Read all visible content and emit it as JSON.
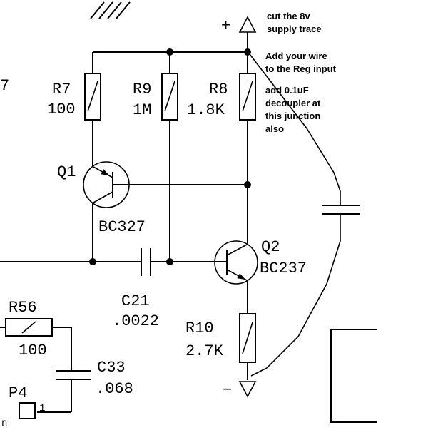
{
  "notes": {
    "note1": [
      "cut the 8v",
      "supply trace"
    ],
    "note2": [
      "Add your wire",
      "to the Reg input"
    ],
    "note3": [
      "add 0.1uF",
      "decoupler at",
      "this junction",
      "also"
    ]
  },
  "components": {
    "r7": {
      "ref": "R7",
      "value": "100"
    },
    "r9": {
      "ref": "R9",
      "value": "1M"
    },
    "r8": {
      "ref": "R8",
      "value": "1.8K"
    },
    "r10": {
      "ref": "R10",
      "value": "2.7K"
    },
    "r56": {
      "ref": "R56",
      "value": "100"
    },
    "c21": {
      "ref": "C21",
      "value": ".0022"
    },
    "c33": {
      "ref": "C33",
      "value": ".068"
    },
    "q1": {
      "ref": "Q1",
      "part": "BC327"
    },
    "q2": {
      "ref": "Q2",
      "part": "BC237"
    },
    "p4": {
      "ref": "P4",
      "pin": "1"
    }
  },
  "symbols": {
    "supply_plus": "+",
    "ground_minus": "−"
  },
  "partials": {
    "left_edge": "7",
    "bottom_left": "n"
  }
}
